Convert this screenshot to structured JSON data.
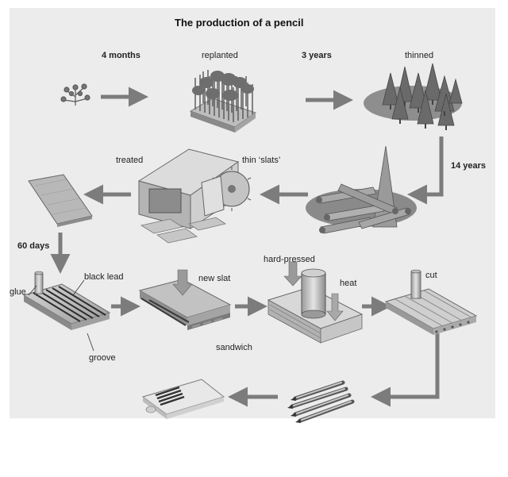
{
  "title": "The production of a pencil",
  "labels": {
    "step_4_months": "4 months",
    "replanted": "replanted",
    "step_3_years": "3 years",
    "thinned": "thinned",
    "step_14_years": "14 years",
    "thin_slats": "thin ‘slats’",
    "treated": "treated",
    "step_60_days": "60 days",
    "glue": "glue",
    "black_lead": "black lead",
    "groove": "groove",
    "new_slat": "new slat",
    "sandwich": "sandwich",
    "hard_pressed": "hard-pressed",
    "heat": "heat",
    "cut": "cut"
  },
  "colors": {
    "background": "#ececec",
    "arrow": "#7c7c7c",
    "wood_light": "#bdbdbd",
    "wood_dark": "#8a8a8a",
    "lead": "#3a3a3a"
  }
}
